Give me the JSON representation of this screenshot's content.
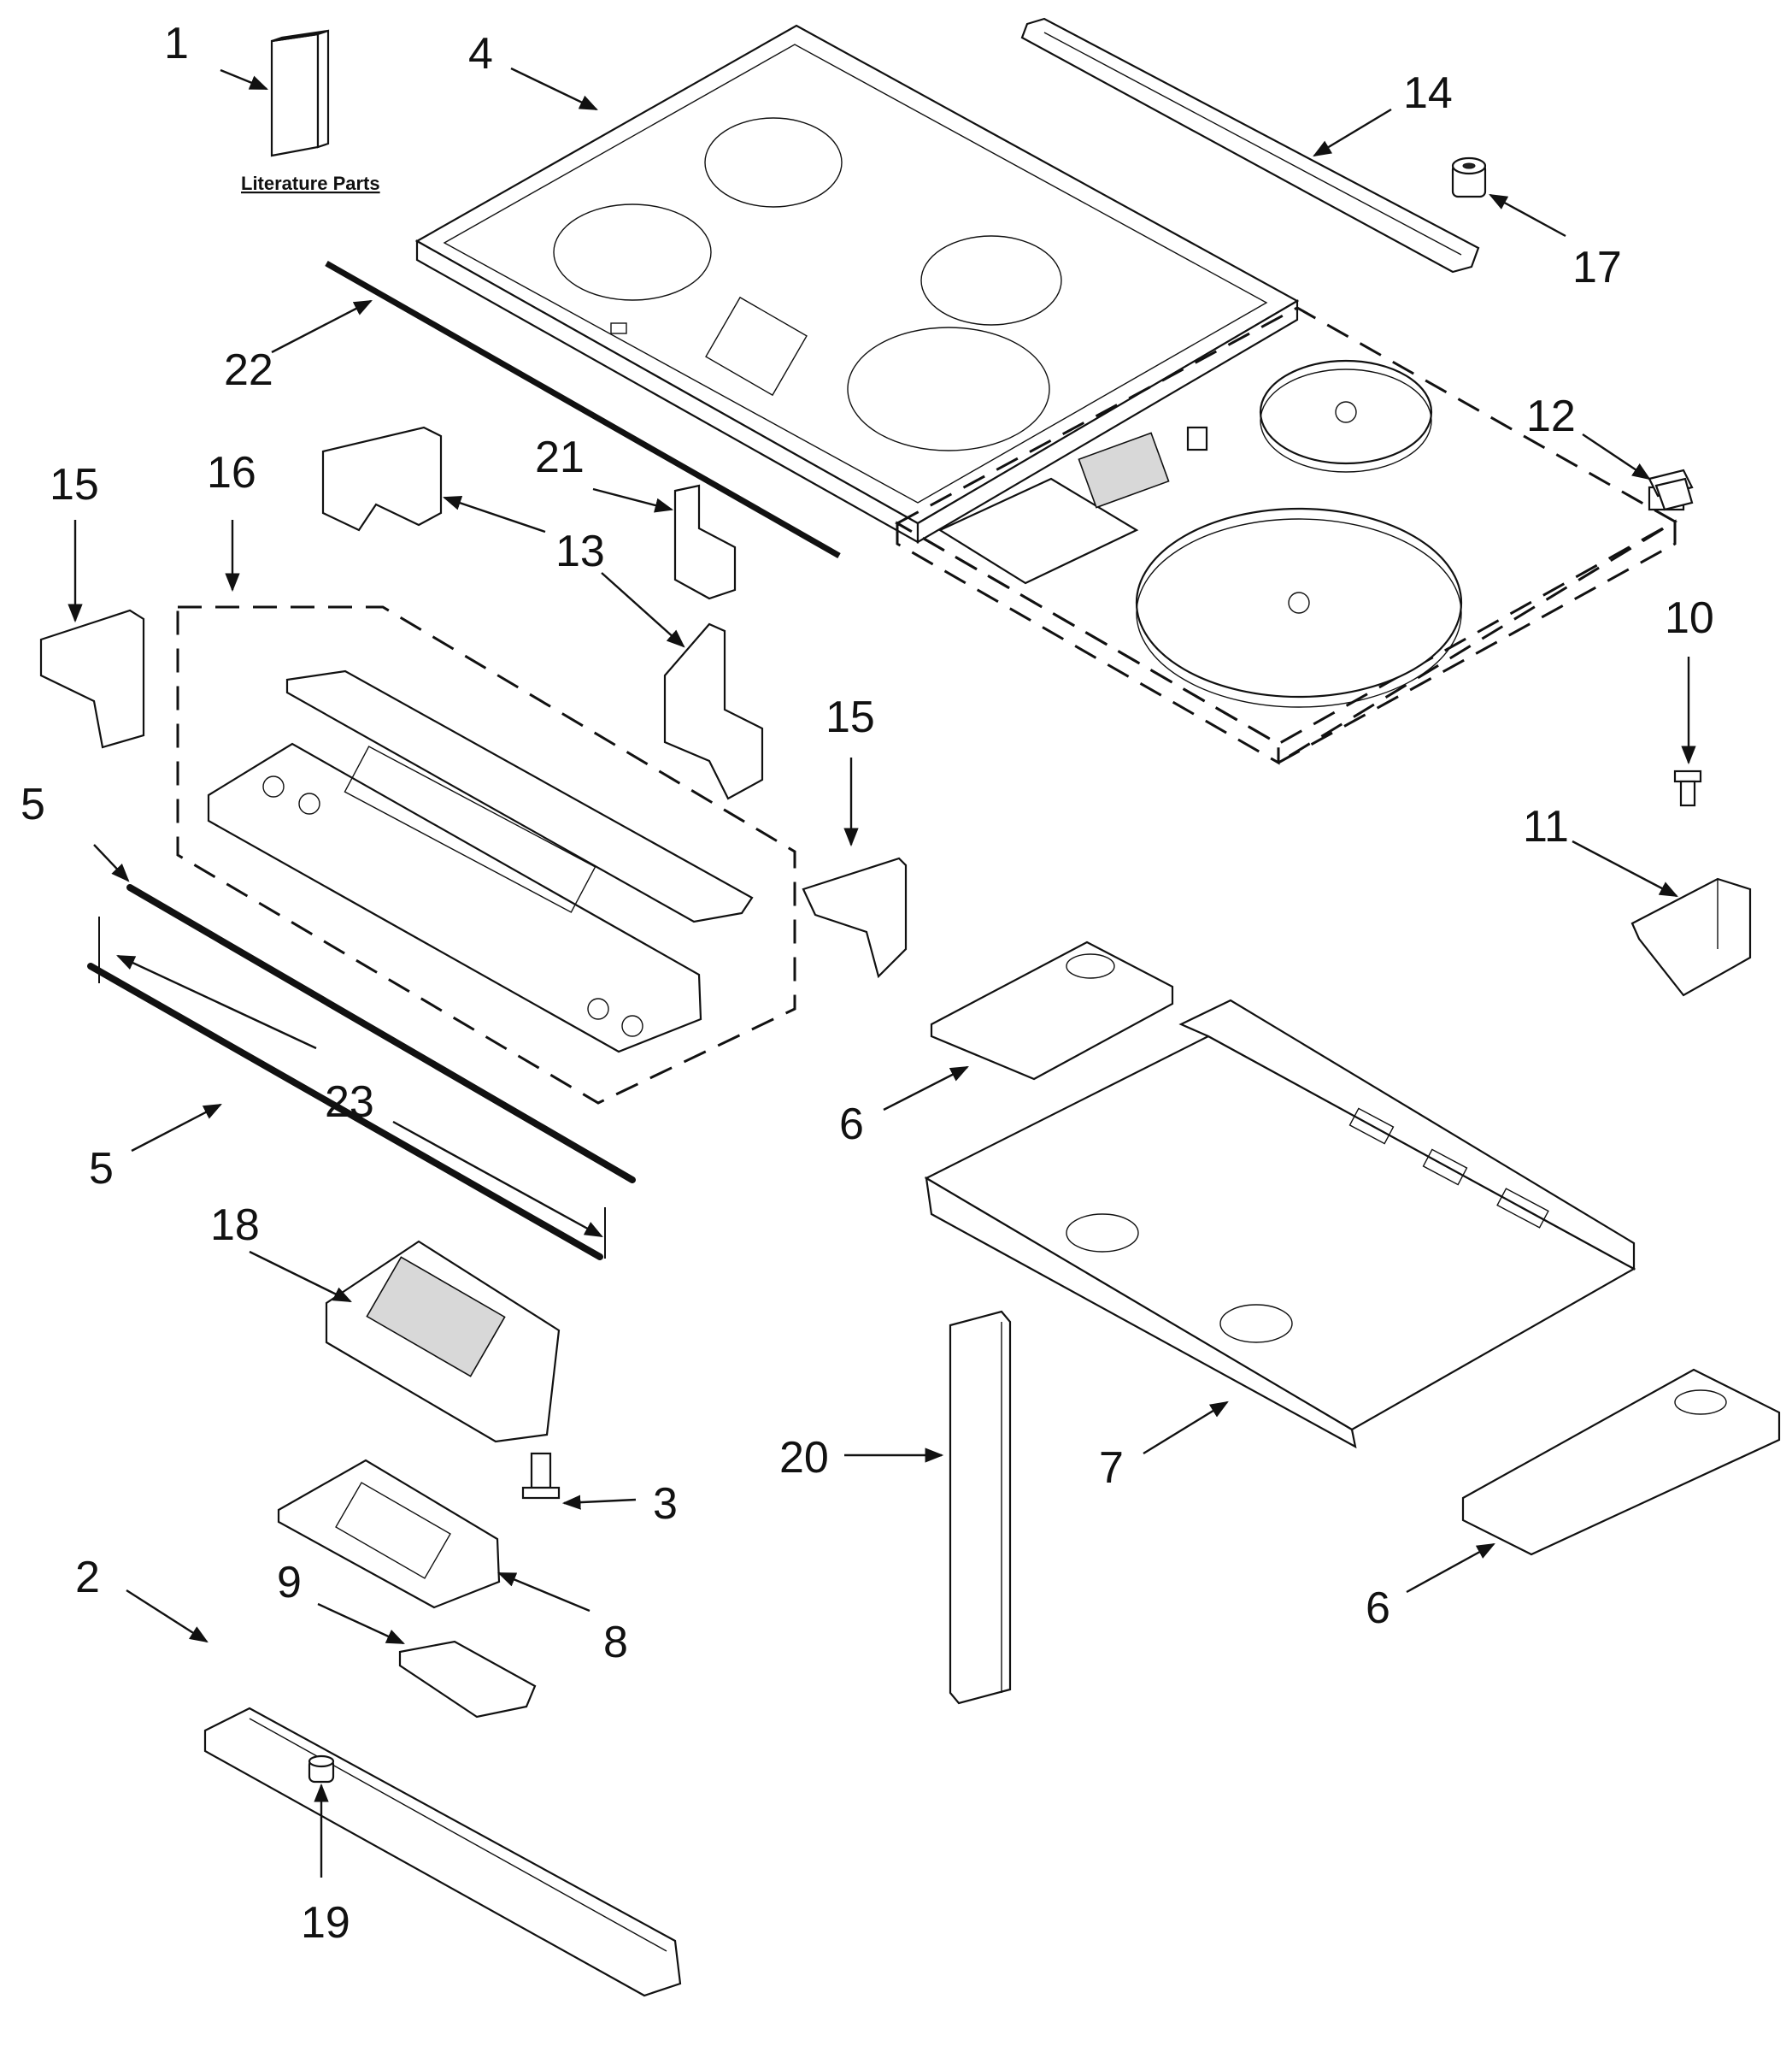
{
  "diagram": {
    "literature_label": "Literature Parts",
    "callouts": {
      "c1": "1",
      "c2": "2",
      "c3": "3",
      "c4": "4",
      "c5a": "5",
      "c5b": "5",
      "c6a": "6",
      "c6b": "6",
      "c7": "7",
      "c8": "8",
      "c9": "9",
      "c10": "10",
      "c11": "11",
      "c12": "12",
      "c13": "13",
      "c14": "14",
      "c15a": "15",
      "c15b": "15",
      "c16": "16",
      "c17": "17",
      "c18": "18",
      "c19": "19",
      "c20": "20",
      "c21": "21",
      "c22": "22",
      "c23": "23"
    }
  }
}
